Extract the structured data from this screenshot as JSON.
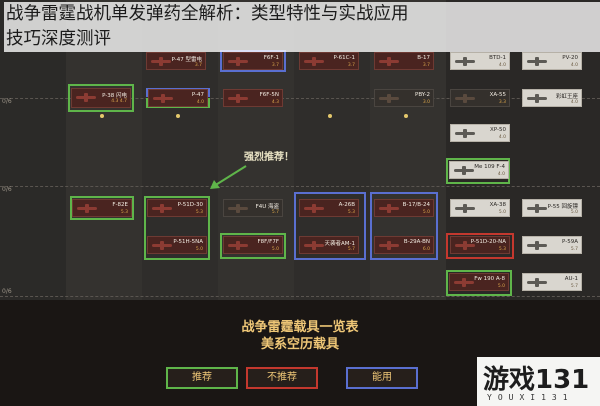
{
  "title": {
    "line1": "战争雷霆战机单发弹药全解析：类型特性与实战应用",
    "line2": "技巧深度测评"
  },
  "rank_labels": [
    "0/6",
    "0/6",
    "0/6"
  ],
  "callout": "强烈推荐！",
  "vehicles": {
    "p47_top": {
      "name": "P-47 型雷电",
      "br": "3.7"
    },
    "f6f_top": {
      "name": "F6F-1",
      "br": "3.7"
    },
    "p61_top": {
      "name": "P-61C-1",
      "br": "3.7"
    },
    "b17_top": {
      "name": "B-17",
      "br": "3.7"
    },
    "btd1": {
      "name": "BTD-1",
      "br": "4.0"
    },
    "pv2": {
      "name": "PV-20",
      "br": "4.0"
    },
    "p38": {
      "name": "P-38 闪电",
      "br": "4.3 4.7"
    },
    "p47": {
      "name": "P-47",
      "br": "4.0"
    },
    "f6f5n": {
      "name": "F6F-5N",
      "br": "4.3"
    },
    "pby": {
      "name": "PBY-2",
      "br": "3.0"
    },
    "xa55": {
      "name": "XA-55",
      "br": "3.3"
    },
    "rainbow": {
      "name": "彩虹王座",
      "br": "4.0"
    },
    "xp50": {
      "name": "XP-50",
      "br": "4.0"
    },
    "me109": {
      "name": "Me 109 F-4",
      "br": "4.0"
    },
    "f82e": {
      "name": "F-82E",
      "br": "5.3"
    },
    "p51d": {
      "name": "P-51D-30",
      "br": "5.3"
    },
    "f4u": {
      "name": "F4U 海盗",
      "br": "5.7"
    },
    "a26b": {
      "name": "A-26B",
      "br": "5.3"
    },
    "b17b24": {
      "name": "B-17/B-24",
      "br": "5.0"
    },
    "xa38": {
      "name": "XA-38",
      "br": "5.0"
    },
    "p55": {
      "name": "P-55 回旋镖",
      "br": "5.0"
    },
    "p51h": {
      "name": "P-51H-5NA",
      "br": "5.0"
    },
    "f8f": {
      "name": "F8F/F7F",
      "br": "5.0"
    },
    "am1": {
      "name": "天袭者AM-1",
      "br": "5.7"
    },
    "b29": {
      "name": "B-29A-BN",
      "br": "6.0"
    },
    "p51d20": {
      "name": "P-51D-20-NA",
      "br": "5.3"
    },
    "p59a": {
      "name": "P-59A",
      "br": "5.7"
    },
    "fw190": {
      "name": "Fw 190 A-8",
      "br": "5.0"
    },
    "au1": {
      "name": "AU-1",
      "br": "5.7"
    }
  },
  "legend": {
    "heading1": "战争雷霆载具一览表",
    "heading2": "美系空历载具",
    "recommended": "推荐",
    "not_recommended": "不推荐",
    "usable": "能用"
  },
  "watermark": {
    "brand": "游戏131",
    "sub": "YOUXI131"
  },
  "colors": {
    "recommended": "#5fb54a",
    "not_recommended": "#c4382e",
    "usable": "#5a6fd0",
    "legend_text": "#efc777"
  }
}
